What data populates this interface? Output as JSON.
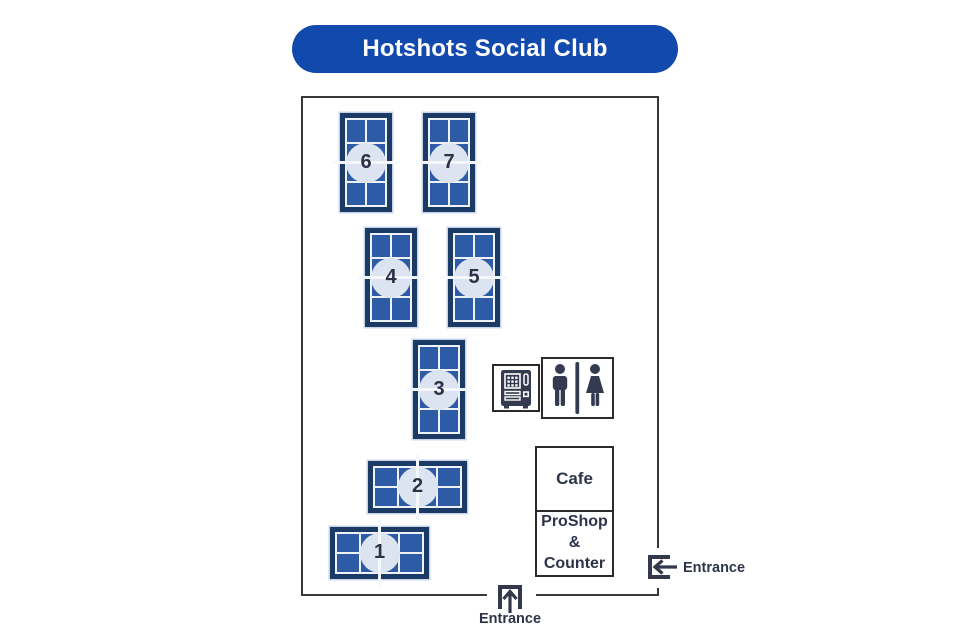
{
  "title": "Hotshots Social Club",
  "courts": [
    {
      "number": "1"
    },
    {
      "number": "2"
    },
    {
      "number": "3"
    },
    {
      "number": "4"
    },
    {
      "number": "5"
    },
    {
      "number": "6"
    },
    {
      "number": "7"
    }
  ],
  "facilities": {
    "cafe": {
      "label": "Cafe"
    },
    "proshop": {
      "lines": [
        "ProShop",
        "&",
        "Counter"
      ]
    },
    "vending_machine_icon": "vending-machine",
    "restroom_icon": "male-female-restroom"
  },
  "entrances": {
    "bottom": {
      "label": "Entrance"
    },
    "right": {
      "label": "Entrance"
    }
  },
  "colors": {
    "brand_blue": "#1149ac",
    "court_fill": "#2d5ba6",
    "court_border": "#1b3a66",
    "court_line": "#eef2f9",
    "number_badge": "#dce3f1",
    "ink": "#33384d",
    "boundary": "#383838"
  }
}
